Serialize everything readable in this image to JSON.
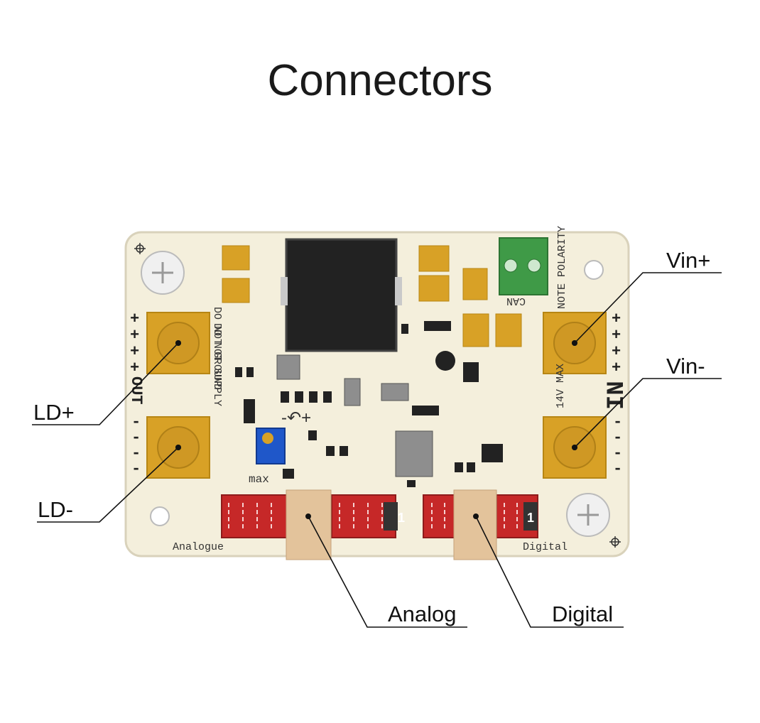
{
  "title": "Connectors",
  "callouts": {
    "ld_plus": "LD+",
    "ld_minus": "LD-",
    "vin_plus": "Vin+",
    "vin_minus": "Vin-",
    "analog": "Analog",
    "digital": "Digital"
  },
  "board_text": {
    "do_not_ground": "DO NOT GROUND",
    "do_not_supply": "DO NOT SUPPLY",
    "out": "OUT",
    "in": "IN",
    "max_voltage": "14V MAX",
    "note_polarity": "NOTE POLARITY",
    "can": "CAN",
    "analogue": "Analogue",
    "digital": "Digital",
    "max": "max",
    "pin1": "1"
  },
  "colors": {
    "board": "#f4efdc",
    "pad": "#d8a126",
    "header": "#c62828",
    "terminal": "#3f9a47",
    "ic": "#222222",
    "pot": "#1f57c9",
    "tab": "#e3c39b"
  }
}
